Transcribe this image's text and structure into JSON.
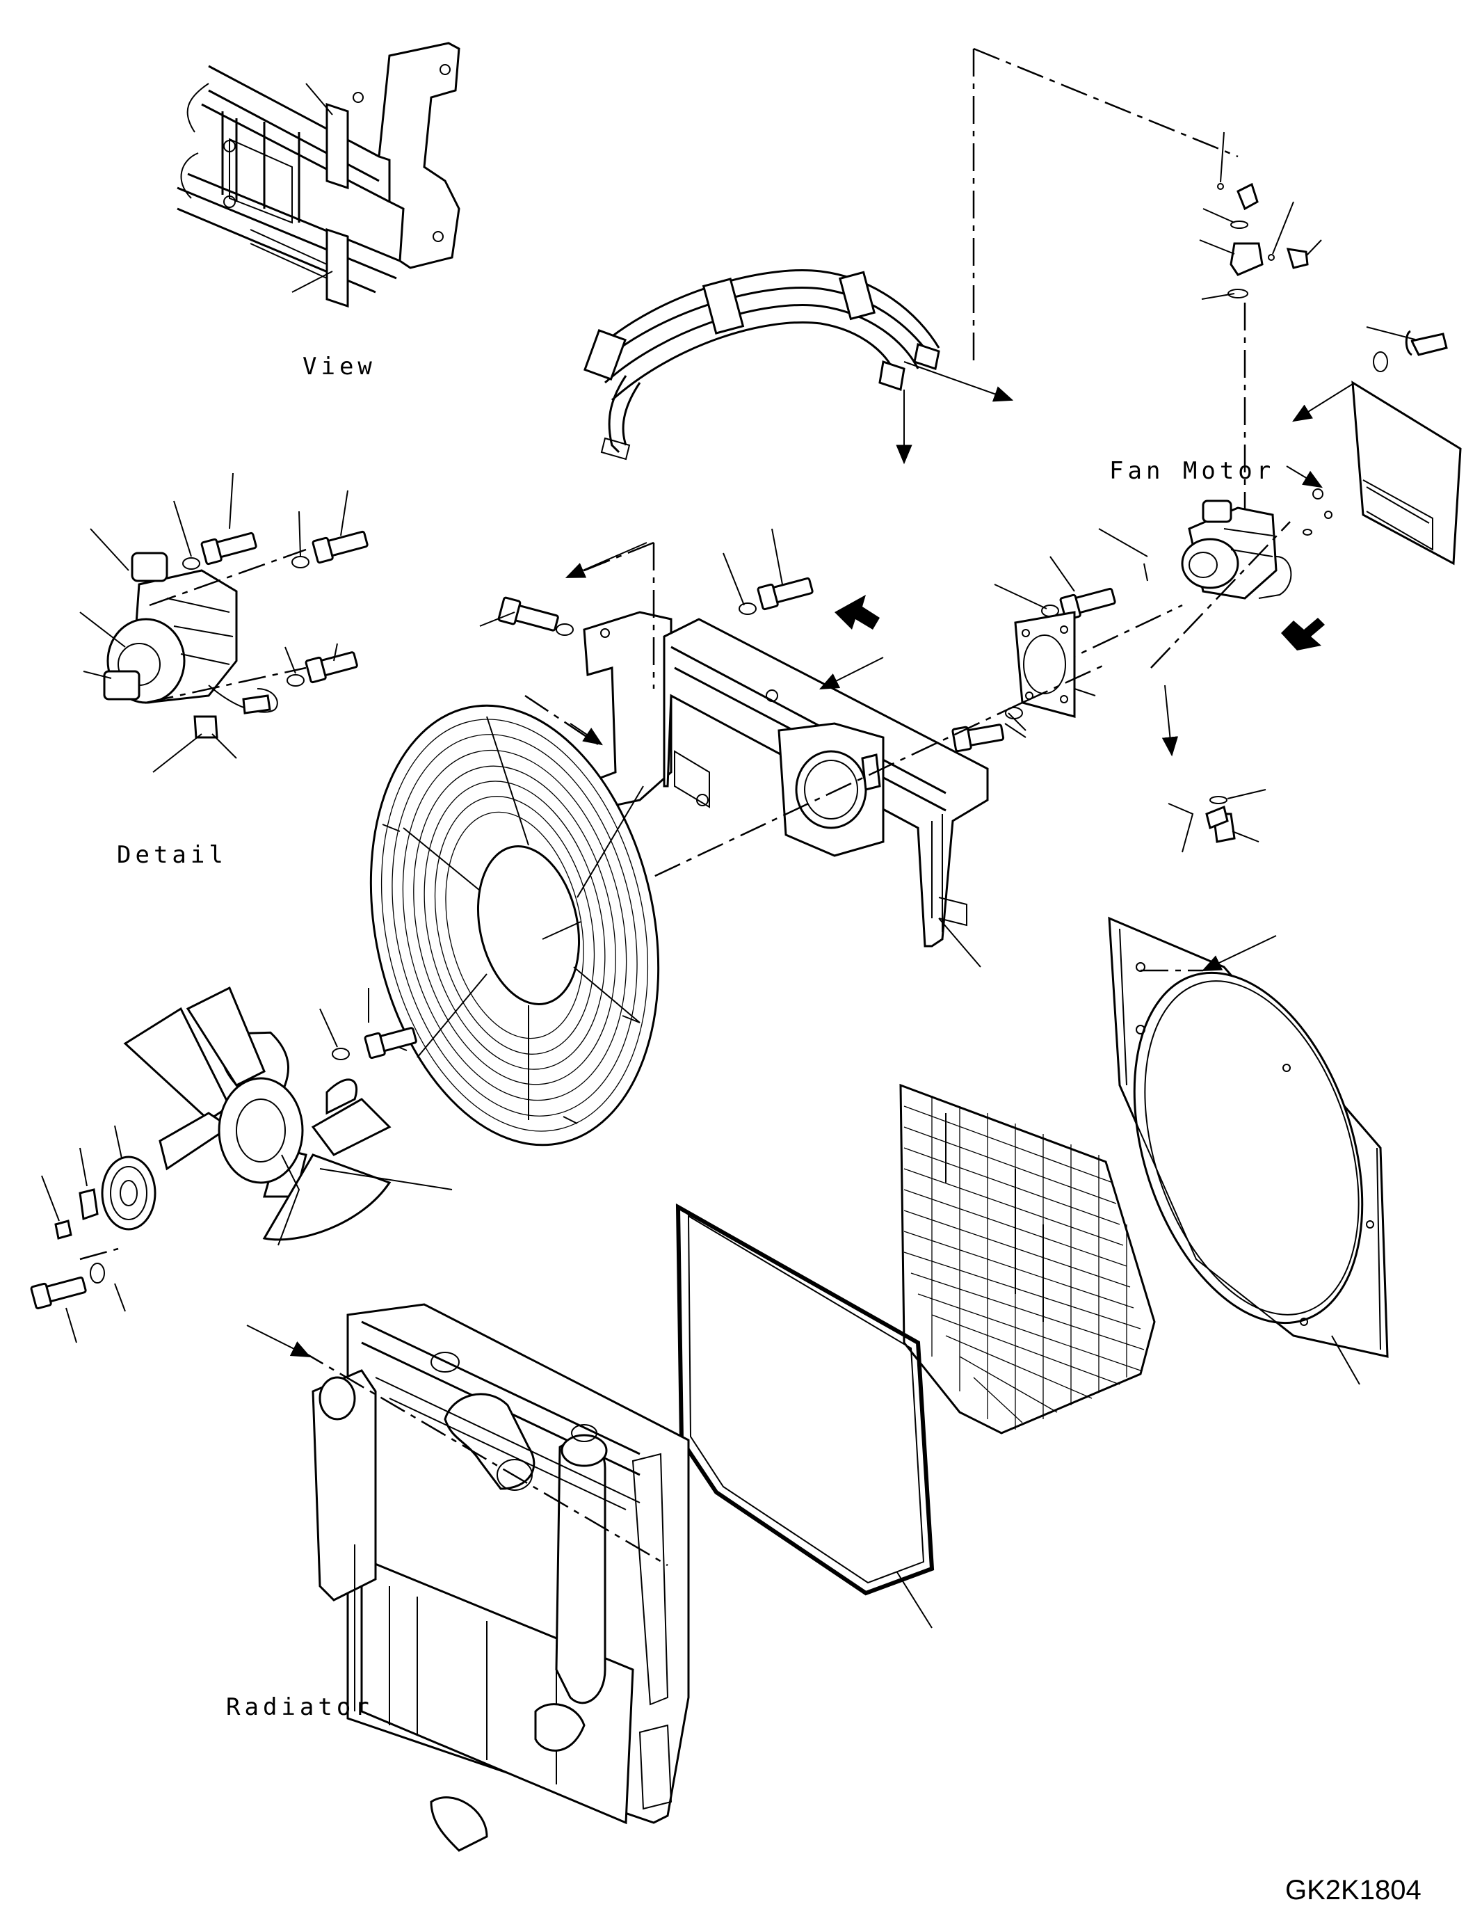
{
  "labels": {
    "view": "View",
    "fan_motor": "Fan Motor",
    "detail": "Detail",
    "radiator": "Radiator"
  },
  "drawing_code": "GK2K1804",
  "colors": {
    "ink": "#000000",
    "paper": "#ffffff"
  }
}
